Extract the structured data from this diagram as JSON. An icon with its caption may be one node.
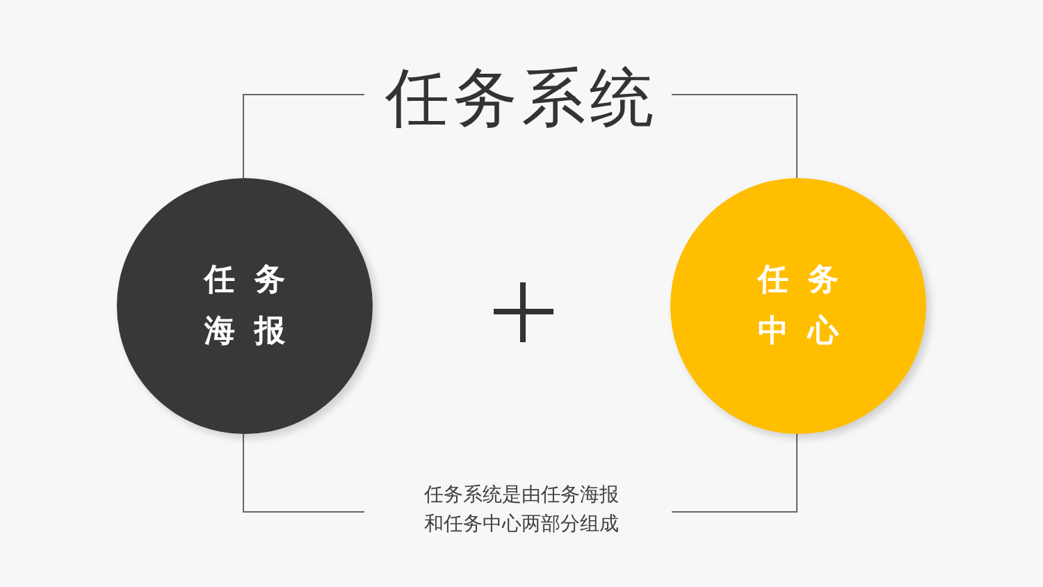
{
  "diagram": {
    "title": "任务系统",
    "caption": "任务系统是由任务海报和任务中心两部分组成",
    "nodes": [
      {
        "text": [
          "任务海报"
        ]
      },
      {
        "text": [
          "任务中心"
        ]
      }
    ]
  }
}
